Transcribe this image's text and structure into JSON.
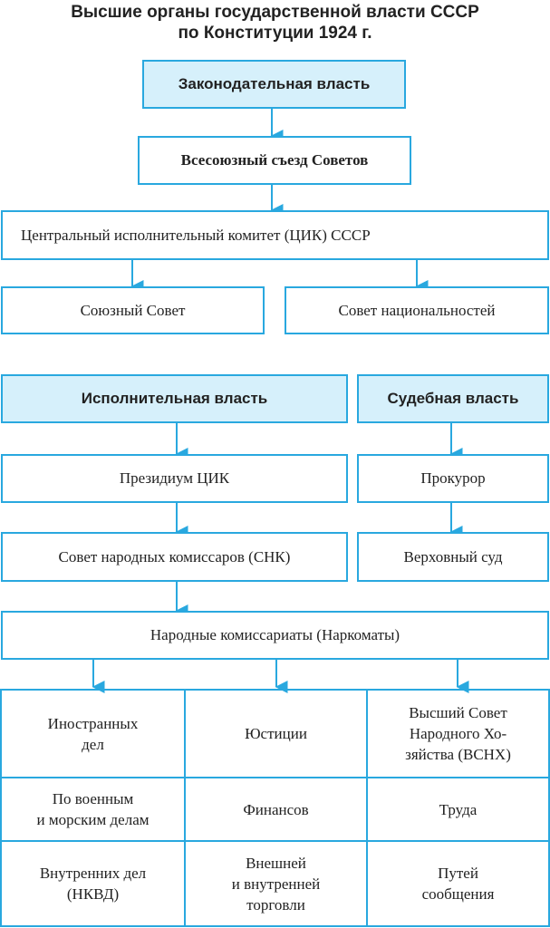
{
  "title": {
    "line1": "Высшие органы государственной власти СССР",
    "line2": "по Конституции 1924 г."
  },
  "legislative": {
    "header": "Законодательная власть",
    "congress": "Всесоюзный съезд Советов",
    "cec": "Центральный исполнительный комитет (ЦИК) СССР",
    "union_council": "Союзный Совет",
    "nationalities_council": "Совет национальностей"
  },
  "executive": {
    "header": "Исполнительная власть",
    "presidium": "Президиум ЦИК",
    "snk": "Совет народных комиссаров (СНК)",
    "commissariats": "Народные комиссариаты (Наркоматы)"
  },
  "judicial": {
    "header": "Судебная власть",
    "prosecutor": "Прокурор",
    "supreme_court": "Верховный суд"
  },
  "commissariats_table": [
    [
      "Иностранных\nдел",
      "Юстиции",
      "Высший Совет\nНародного Хо-\nзяйства (ВСНХ)"
    ],
    [
      "По военным\nи морским делам",
      "Финансов",
      "Труда"
    ],
    [
      "Внутренних дел\n(НКВД)",
      "Внешней\nи внутренней\nторговли",
      "Путей\nсообщения"
    ]
  ],
  "colors": {
    "border": "#29a8df",
    "header_fill": "#d6f0fb",
    "text": "#222222"
  }
}
